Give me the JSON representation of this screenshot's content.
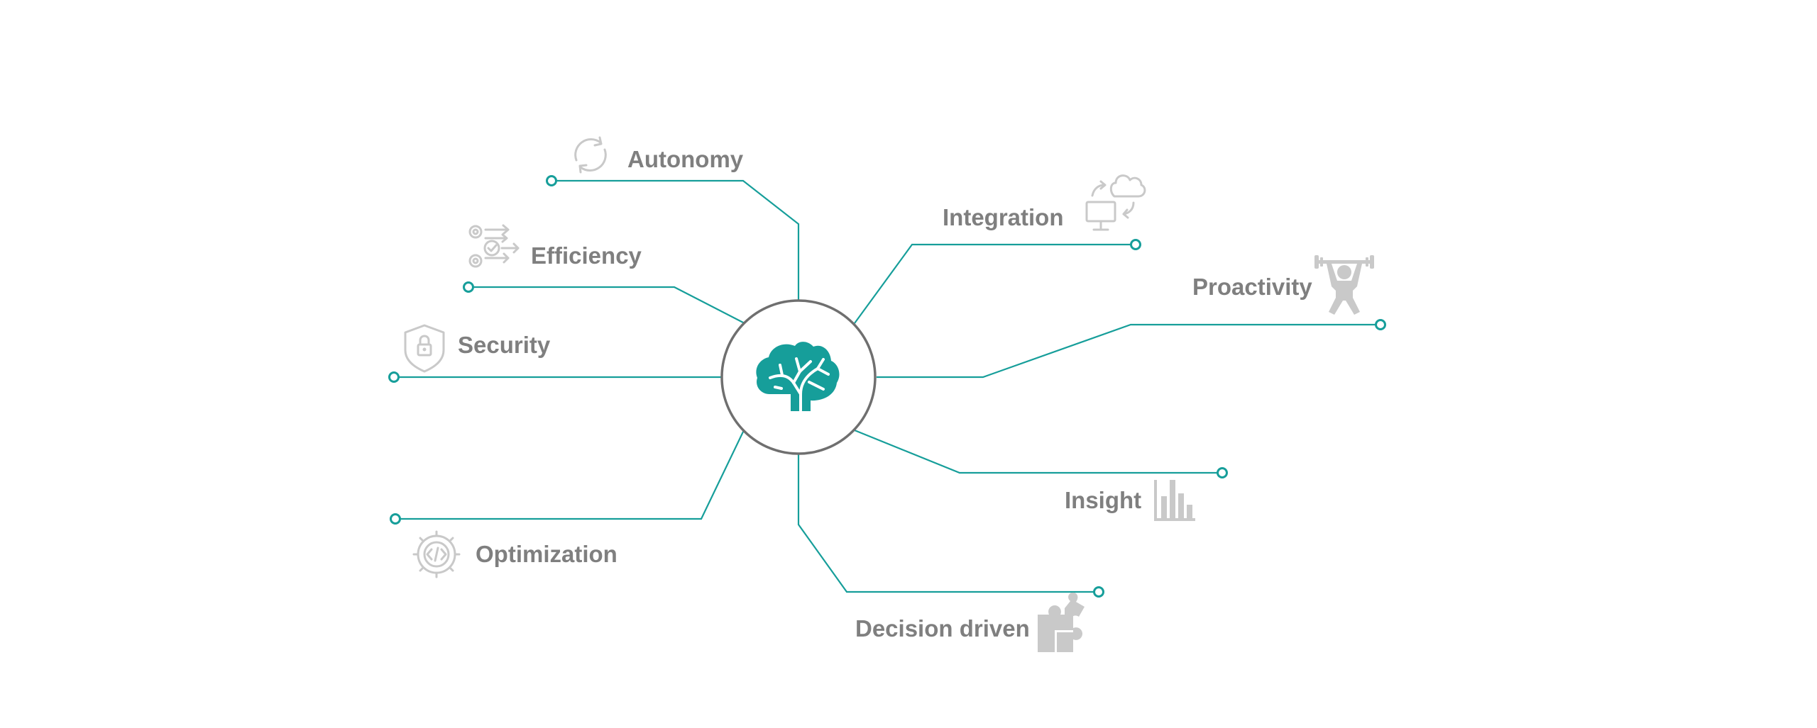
{
  "center": {
    "icon": "brain-icon",
    "accent_color": "#169e9a",
    "ring_color": "#6f6f6f"
  },
  "nodes": {
    "autonomy": {
      "label": "Autonomy",
      "icon": "refresh-cycle-icon"
    },
    "efficiency": {
      "label": "Efficiency",
      "icon": "gears-process-icon"
    },
    "security": {
      "label": "Security",
      "icon": "shield-lock-icon"
    },
    "optimization": {
      "label": "Optimization",
      "icon": "gear-code-icon"
    },
    "integration": {
      "label": "Integration",
      "icon": "cloud-computer-sync-icon"
    },
    "proactivity": {
      "label": "Proactivity",
      "icon": "weightlifter-icon"
    },
    "insight": {
      "label": "Insight",
      "icon": "bar-chart-icon"
    },
    "decision_driven": {
      "label": "Decision driven",
      "icon": "puzzle-icon"
    }
  },
  "colors": {
    "connector": "#169e9a",
    "label": "#7f7f7f",
    "icon": "#c9c9c9"
  }
}
